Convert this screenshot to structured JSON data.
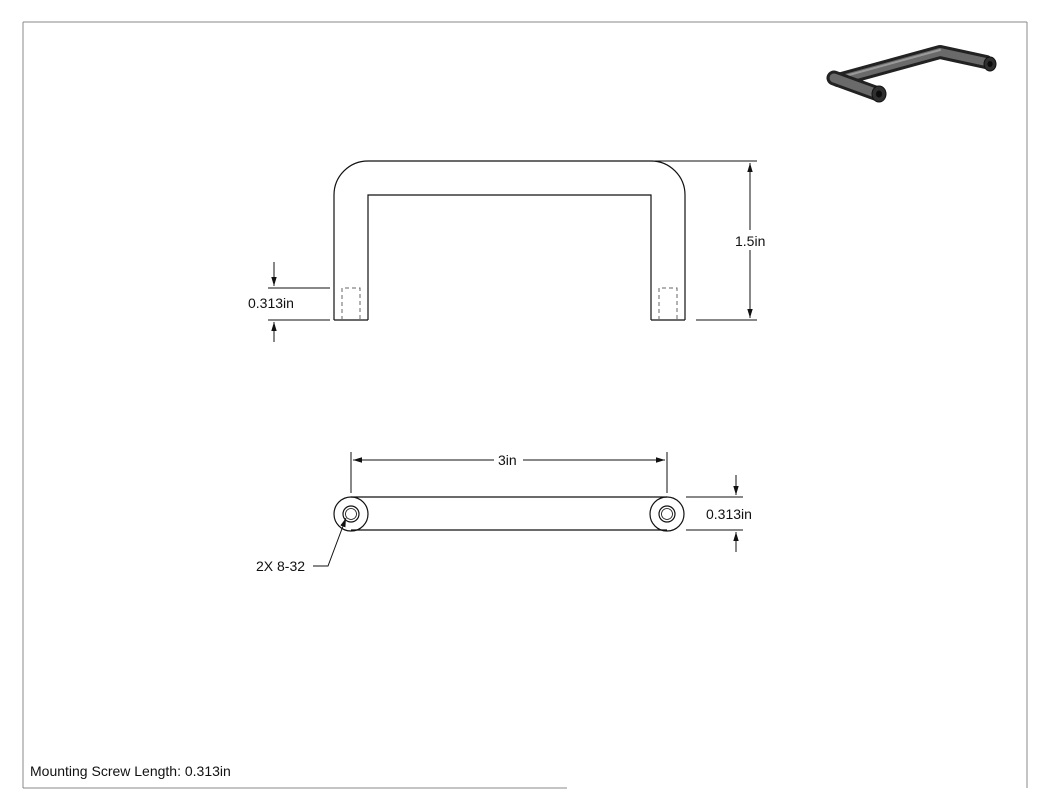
{
  "dimensions": {
    "height": "1.5in",
    "leg_hole_depth": "0.313in",
    "center_distance": "3in",
    "rod_diameter": "0.313in"
  },
  "callout": {
    "thread": "2X 8-32"
  },
  "note": {
    "mounting_screw_length": "Mounting Screw Length: 0.313in"
  },
  "colors": {
    "line": "#111111",
    "hidden_line": "#555555",
    "iso_dark": "#2f2f2f",
    "iso_mid": "#6a6a6a",
    "iso_light": "#9a9a9a"
  }
}
